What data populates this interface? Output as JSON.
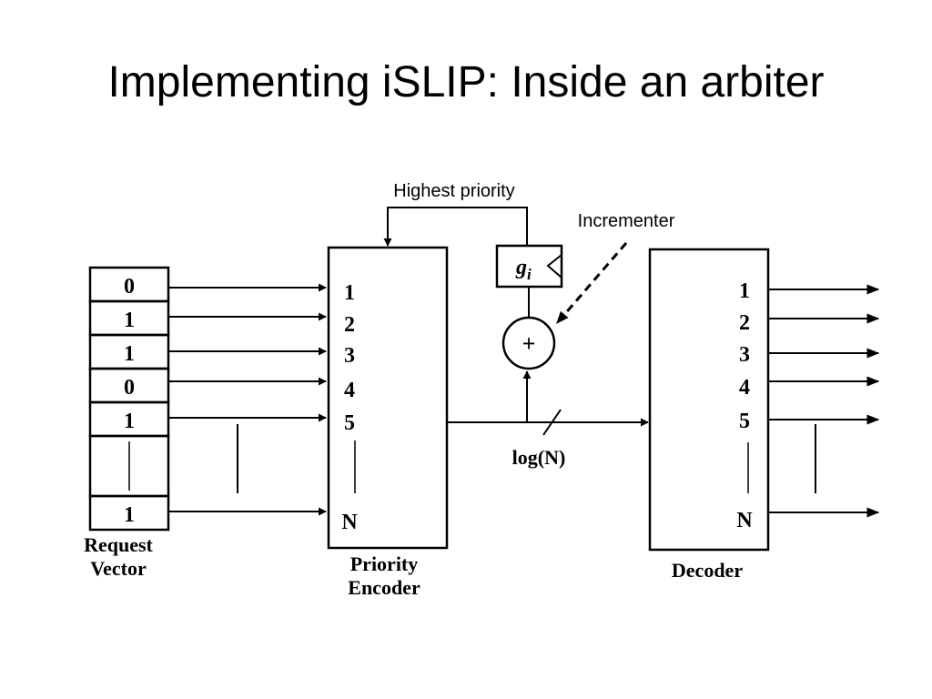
{
  "title": "Implementing iSLIP: Inside an arbiter",
  "colors": {
    "ink": "#000000",
    "background": "#ffffff"
  },
  "diagram": {
    "request_vector": {
      "bits": [
        "0",
        "1",
        "1",
        "0",
        "1",
        "1"
      ],
      "label_line1": "Request",
      "label_line2": "Vector"
    },
    "priority_encoder": {
      "inputs": [
        "1",
        "2",
        "3",
        "4",
        "5",
        "N"
      ],
      "label_line1": "Priority",
      "label_line2": "Encoder"
    },
    "pointer_register": {
      "symbol": "g",
      "subscript": "i"
    },
    "adder": {
      "symbol": "+"
    },
    "highest_priority_label": "Highest priority",
    "incrementer_label": "Incrementer",
    "bus_width_label": "log(N)",
    "decoder": {
      "outputs": [
        "1",
        "2",
        "3",
        "4",
        "5",
        "N"
      ],
      "label": "Decoder"
    }
  }
}
